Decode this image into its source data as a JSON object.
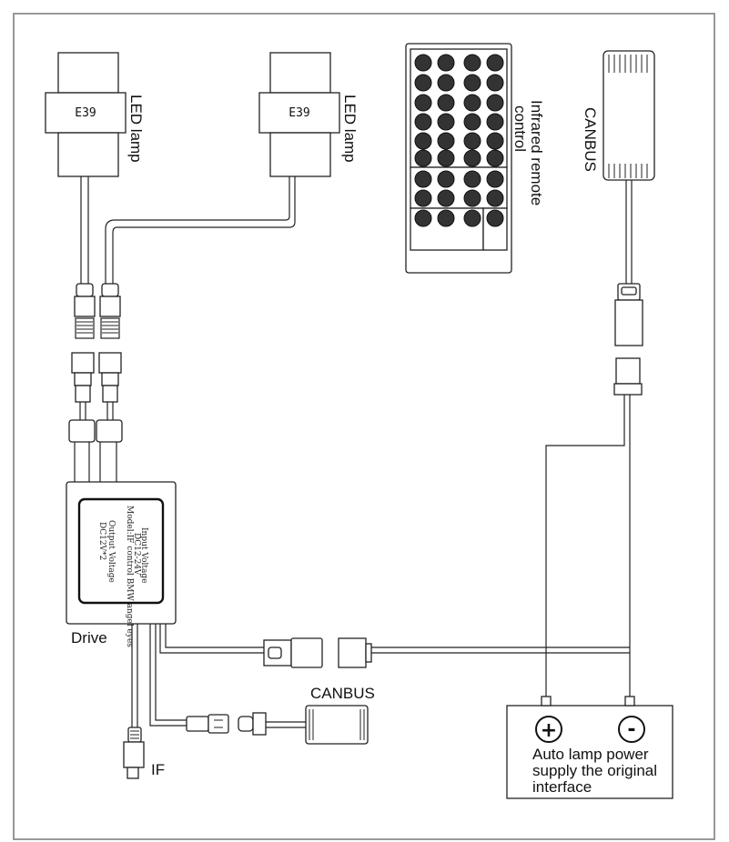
{
  "lamps": {
    "left": {
      "socket": "E39",
      "label": "LED lamp"
    },
    "right": {
      "socket": "E39",
      "label": "LED lamp"
    }
  },
  "remote": {
    "label": "Infrared remote control",
    "line1": "Infrared remote",
    "line2": "control",
    "button_count": 36
  },
  "canbus_top": {
    "label": "CANBUS"
  },
  "canbus_bottom": {
    "label": "CANBUS"
  },
  "drive": {
    "label": "Drive",
    "sticker_line1": "Model:IF control BMW angel eyes",
    "sticker_line2": "Input Voltage",
    "sticker_line3": "DC12-24V",
    "sticker_line4": "Output Voltage",
    "sticker_line5": "DC12V*2"
  },
  "if_connector": {
    "label": "IF"
  },
  "power_supply": {
    "plus_symbol": "+",
    "minus_symbol": "-",
    "line1": "Auto lamp power",
    "line2": "supply the original",
    "line3": "interface"
  }
}
